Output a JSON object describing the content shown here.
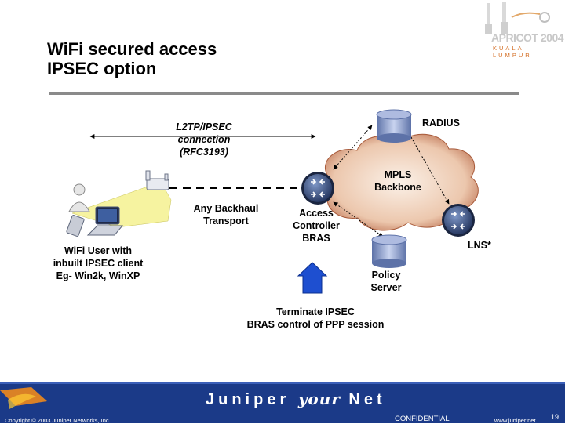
{
  "title": {
    "line1": "WiFi secured access",
    "line2": "IPSEC option"
  },
  "logo": {
    "name": "APRICOT 2004",
    "place": "KUALA LUMPUR"
  },
  "labels": {
    "l2tp": [
      "L2TP/IPSEC",
      "connection",
      "(RFC3193)"
    ],
    "radius": "RADIUS",
    "mpls": [
      "MPLS",
      "Backbone"
    ],
    "backhaul": [
      "Any Backhaul",
      "Transport"
    ],
    "access": [
      "Access",
      "Controller",
      "BRAS"
    ],
    "lns": "LNS*",
    "policy": [
      "Policy",
      "Server"
    ],
    "user": [
      "WiFi User with",
      "inbuilt IPSEC client",
      "Eg- Win2k, WinXP"
    ],
    "terminate": [
      "Terminate IPSEC",
      "BRAS control of PPP session"
    ]
  },
  "footer": {
    "brand_left": "Juniper",
    "brand_mid": "your",
    "brand_right": "Net",
    "copyright": "Copyright © 2003 Juniper Networks, Inc.",
    "confidential": "CONFIDENTIAL",
    "url": "www.juniper.net",
    "page": "19"
  },
  "colors": {
    "footer": "#1b3a88",
    "arrow": "#1e4fd0",
    "cloud": "#e8c1a8",
    "beam": "#f6f3a0"
  }
}
